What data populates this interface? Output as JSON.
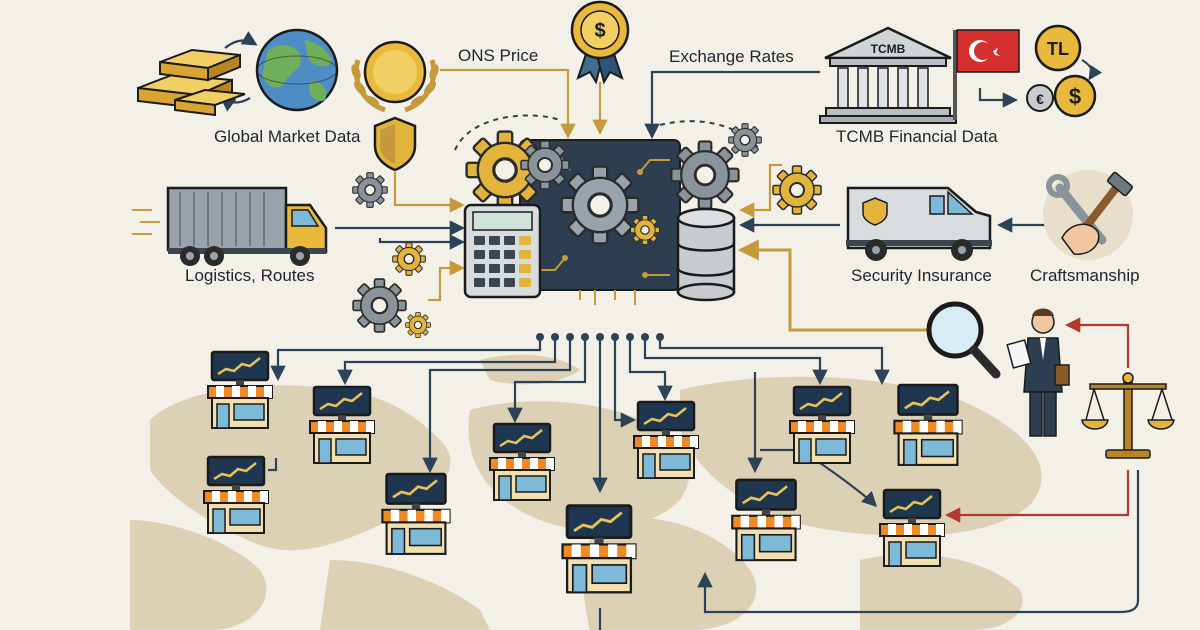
{
  "labels": {
    "global_market": "Global Market Data",
    "ons_price": "ONS Price",
    "exchange_rates": "Exchange Rates",
    "tcmb_financial": "TCMB Financial Data",
    "logistics": "Logistics, Routes",
    "security": "Security Insurance",
    "craftsmanship": "Craftsmanship"
  },
  "badges": {
    "bank_sign": "TCMB",
    "currency_tl": "TL",
    "currency_dollar": "$",
    "currency_euro": "€",
    "medal_symbol": "$"
  },
  "icons": {
    "gold_bars": "gold-bars-icon",
    "globe": "globe-icon",
    "gold_coin": "gold-coin-icon",
    "shield": "shield-icon",
    "medal": "medal-icon",
    "bank": "bank-icon",
    "flag": "turkey-flag-icon",
    "truck": "truck-icon",
    "armored_van": "armored-van-icon",
    "tools": "tools-icon",
    "calculator": "calculator-icon",
    "database": "database-icon",
    "magnifier": "magnifier-icon",
    "inspector": "inspector-icon",
    "scales": "scales-icon",
    "shop": "shop-icon"
  },
  "colors": {
    "background": "#f3f0e8",
    "map": "#dcd0b5",
    "connector_navy": "#2c4257",
    "connector_gold": "#c49a3c",
    "connector_red": "#b03a2e",
    "gold": "#e2b43c",
    "awning": "#f08a24",
    "screen": "#1f3650"
  }
}
